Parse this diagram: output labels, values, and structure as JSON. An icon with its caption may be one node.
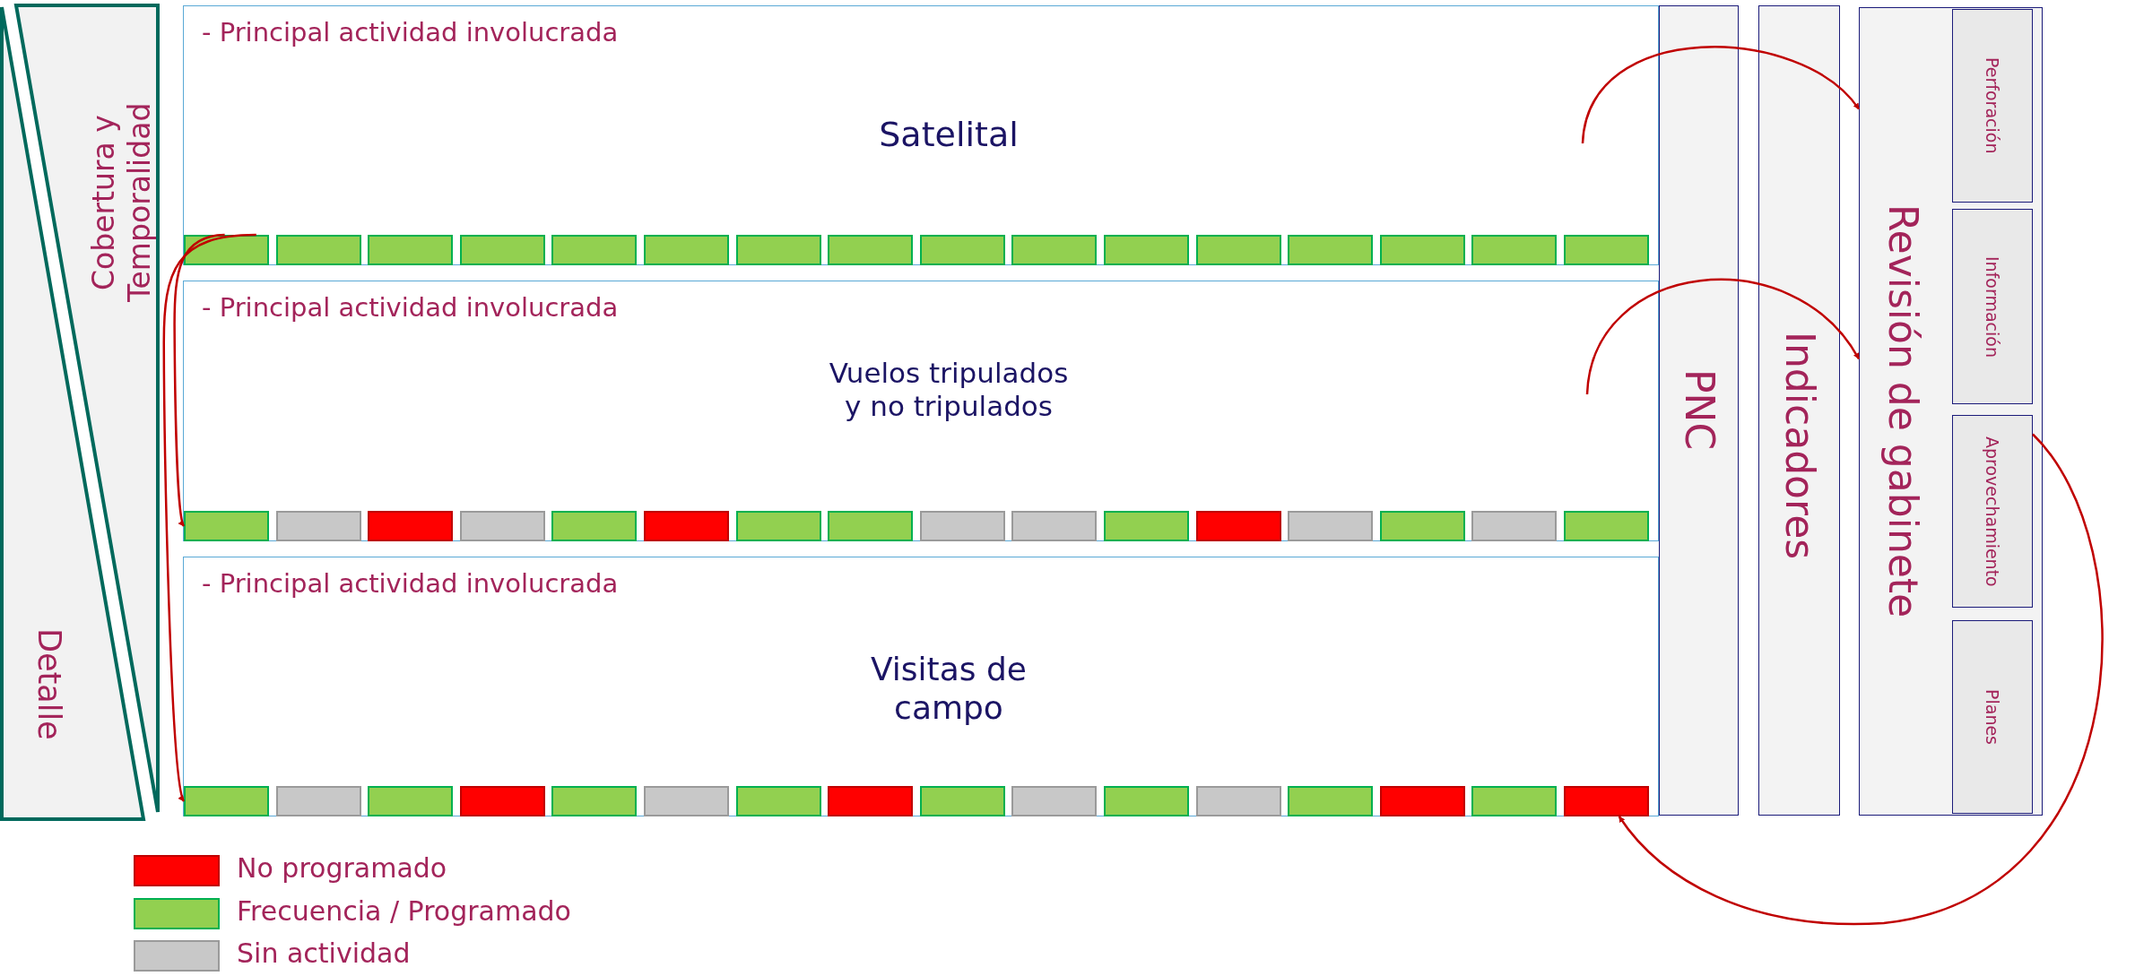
{
  "diagram": {
    "nodes": [
      {
        "text": [
          "Cobertura y Temporalidad"
        ]
      },
      {
        "text": [
          "Detalle"
        ]
      },
      {
        "text": [
          "- Principal actividad involucrada",
          "Satelital"
        ]
      },
      {
        "text": [],
        "shape": "box",
        "in": 2
      },
      {
        "text": [],
        "shape": "box",
        "in": 2
      },
      {
        "text": [],
        "shape": "box",
        "in": 2
      },
      {
        "text": [],
        "shape": "box",
        "in": 2
      },
      {
        "text": [],
        "shape": "box",
        "in": 2
      },
      {
        "text": [],
        "shape": "box",
        "in": 2
      },
      {
        "text": [],
        "shape": "box",
        "in": 2
      },
      {
        "text": [],
        "shape": "box",
        "in": 2
      },
      {
        "text": [],
        "shape": "box",
        "in": 2
      },
      {
        "text": [],
        "shape": "box",
        "in": 2
      },
      {
        "text": [],
        "shape": "box",
        "in": 2
      },
      {
        "text": [],
        "shape": "box",
        "in": 2
      },
      {
        "text": [],
        "shape": "box",
        "in": 2
      },
      {
        "text": [],
        "shape": "box",
        "in": 2
      },
      {
        "text": [],
        "shape": "box",
        "in": 2
      },
      {
        "text": [],
        "shape": "box",
        "in": 2
      },
      {
        "text": [
          "- Principal actividad involucrada",
          "Vuelos tripulados y no tripulados"
        ]
      },
      {
        "text": [],
        "shape": "box",
        "in": 19
      },
      {
        "text": [],
        "shape": "box",
        "in": 19
      },
      {
        "text": [],
        "shape": "box",
        "in": 19
      },
      {
        "text": [],
        "shape": "box",
        "in": 19
      },
      {
        "text": [],
        "shape": "box",
        "in": 19
      },
      {
        "text": [],
        "shape": "box",
        "in": 19
      },
      {
        "text": [],
        "shape": "box",
        "in": 19
      },
      {
        "text": [],
        "shape": "box",
        "in": 19
      },
      {
        "text": [],
        "shape": "box",
        "in": 19
      },
      {
        "text": [],
        "shape": "box",
        "in": 19
      },
      {
        "text": [],
        "shape": "box",
        "in": 19
      },
      {
        "text": [],
        "shape": "box",
        "in": 19
      },
      {
        "text": [],
        "shape": "box",
        "in": 19
      },
      {
        "text": [],
        "shape": "box",
        "in": 19
      },
      {
        "text": [],
        "shape": "box",
        "in": 19
      },
      {
        "text": [],
        "shape": "box",
        "in": 19
      },
      {
        "text": [
          "- Principal actividad involucrada",
          "Visitas de campo"
        ]
      },
      {
        "text": [],
        "shape": "box",
        "in": 36
      },
      {
        "text": [],
        "shape": "box",
        "in": 36
      },
      {
        "text": [],
        "shape": "box",
        "in": 36
      },
      {
        "text": [],
        "shape": "box",
        "in": 36
      },
      {
        "text": [],
        "shape": "box",
        "in": 36
      },
      {
        "text": [],
        "shape": "box",
        "in": 36
      },
      {
        "text": [],
        "shape": "box",
        "in": 36
      },
      {
        "text": [],
        "shape": "box",
        "in": 36
      },
      {
        "text": [],
        "shape": "box",
        "in": 36
      },
      {
        "text": [],
        "shape": "box",
        "in": 36
      },
      {
        "text": [],
        "shape": "box",
        "in": 36
      },
      {
        "text": [],
        "shape": "box",
        "in": 36
      },
      {
        "text": [],
        "shape": "box",
        "in": 36
      },
      {
        "text": [],
        "shape": "box",
        "in": 36
      },
      {
        "text": [],
        "shape": "box",
        "in": 36
      },
      {
        "text": [],
        "shape": "box",
        "in": 36
      },
      {
        "text": [
          "PNC"
        ]
      },
      {
        "text": [
          "Indicadores"
        ]
      },
      {
        "text": [
          "Revisión de gabinete"
        ]
      },
      {
        "text": [
          "Perforación"
        ],
        "in": 55
      },
      {
        "text": [
          "Información"
        ],
        "in": 55
      },
      {
        "text": [
          "Aprovechamiento"
        ],
        "in": 55
      },
      {
        "text": [
          "Planes"
        ],
        "in": 55
      }
    ],
    "edges": [
      {
        "from": 3,
        "to": 20,
        "arrow": "to"
      },
      {
        "from": 3,
        "to": 37,
        "arrow": "to"
      },
      {
        "from": null,
        "to": 55,
        "arrow": "to"
      },
      {
        "from": null,
        "to": 55,
        "arrow": "to"
      },
      {
        "from": 58,
        "to": 52,
        "arrow": "to"
      }
    ],
    "legend": [
      {
        "text": "No programado",
        "color": "#ff0000"
      },
      {
        "text": "Frecuencia / Programado",
        "color": "#92d050"
      },
      {
        "text": "Sin actividad",
        "color": "#c8c8c8"
      }
    ]
  }
}
